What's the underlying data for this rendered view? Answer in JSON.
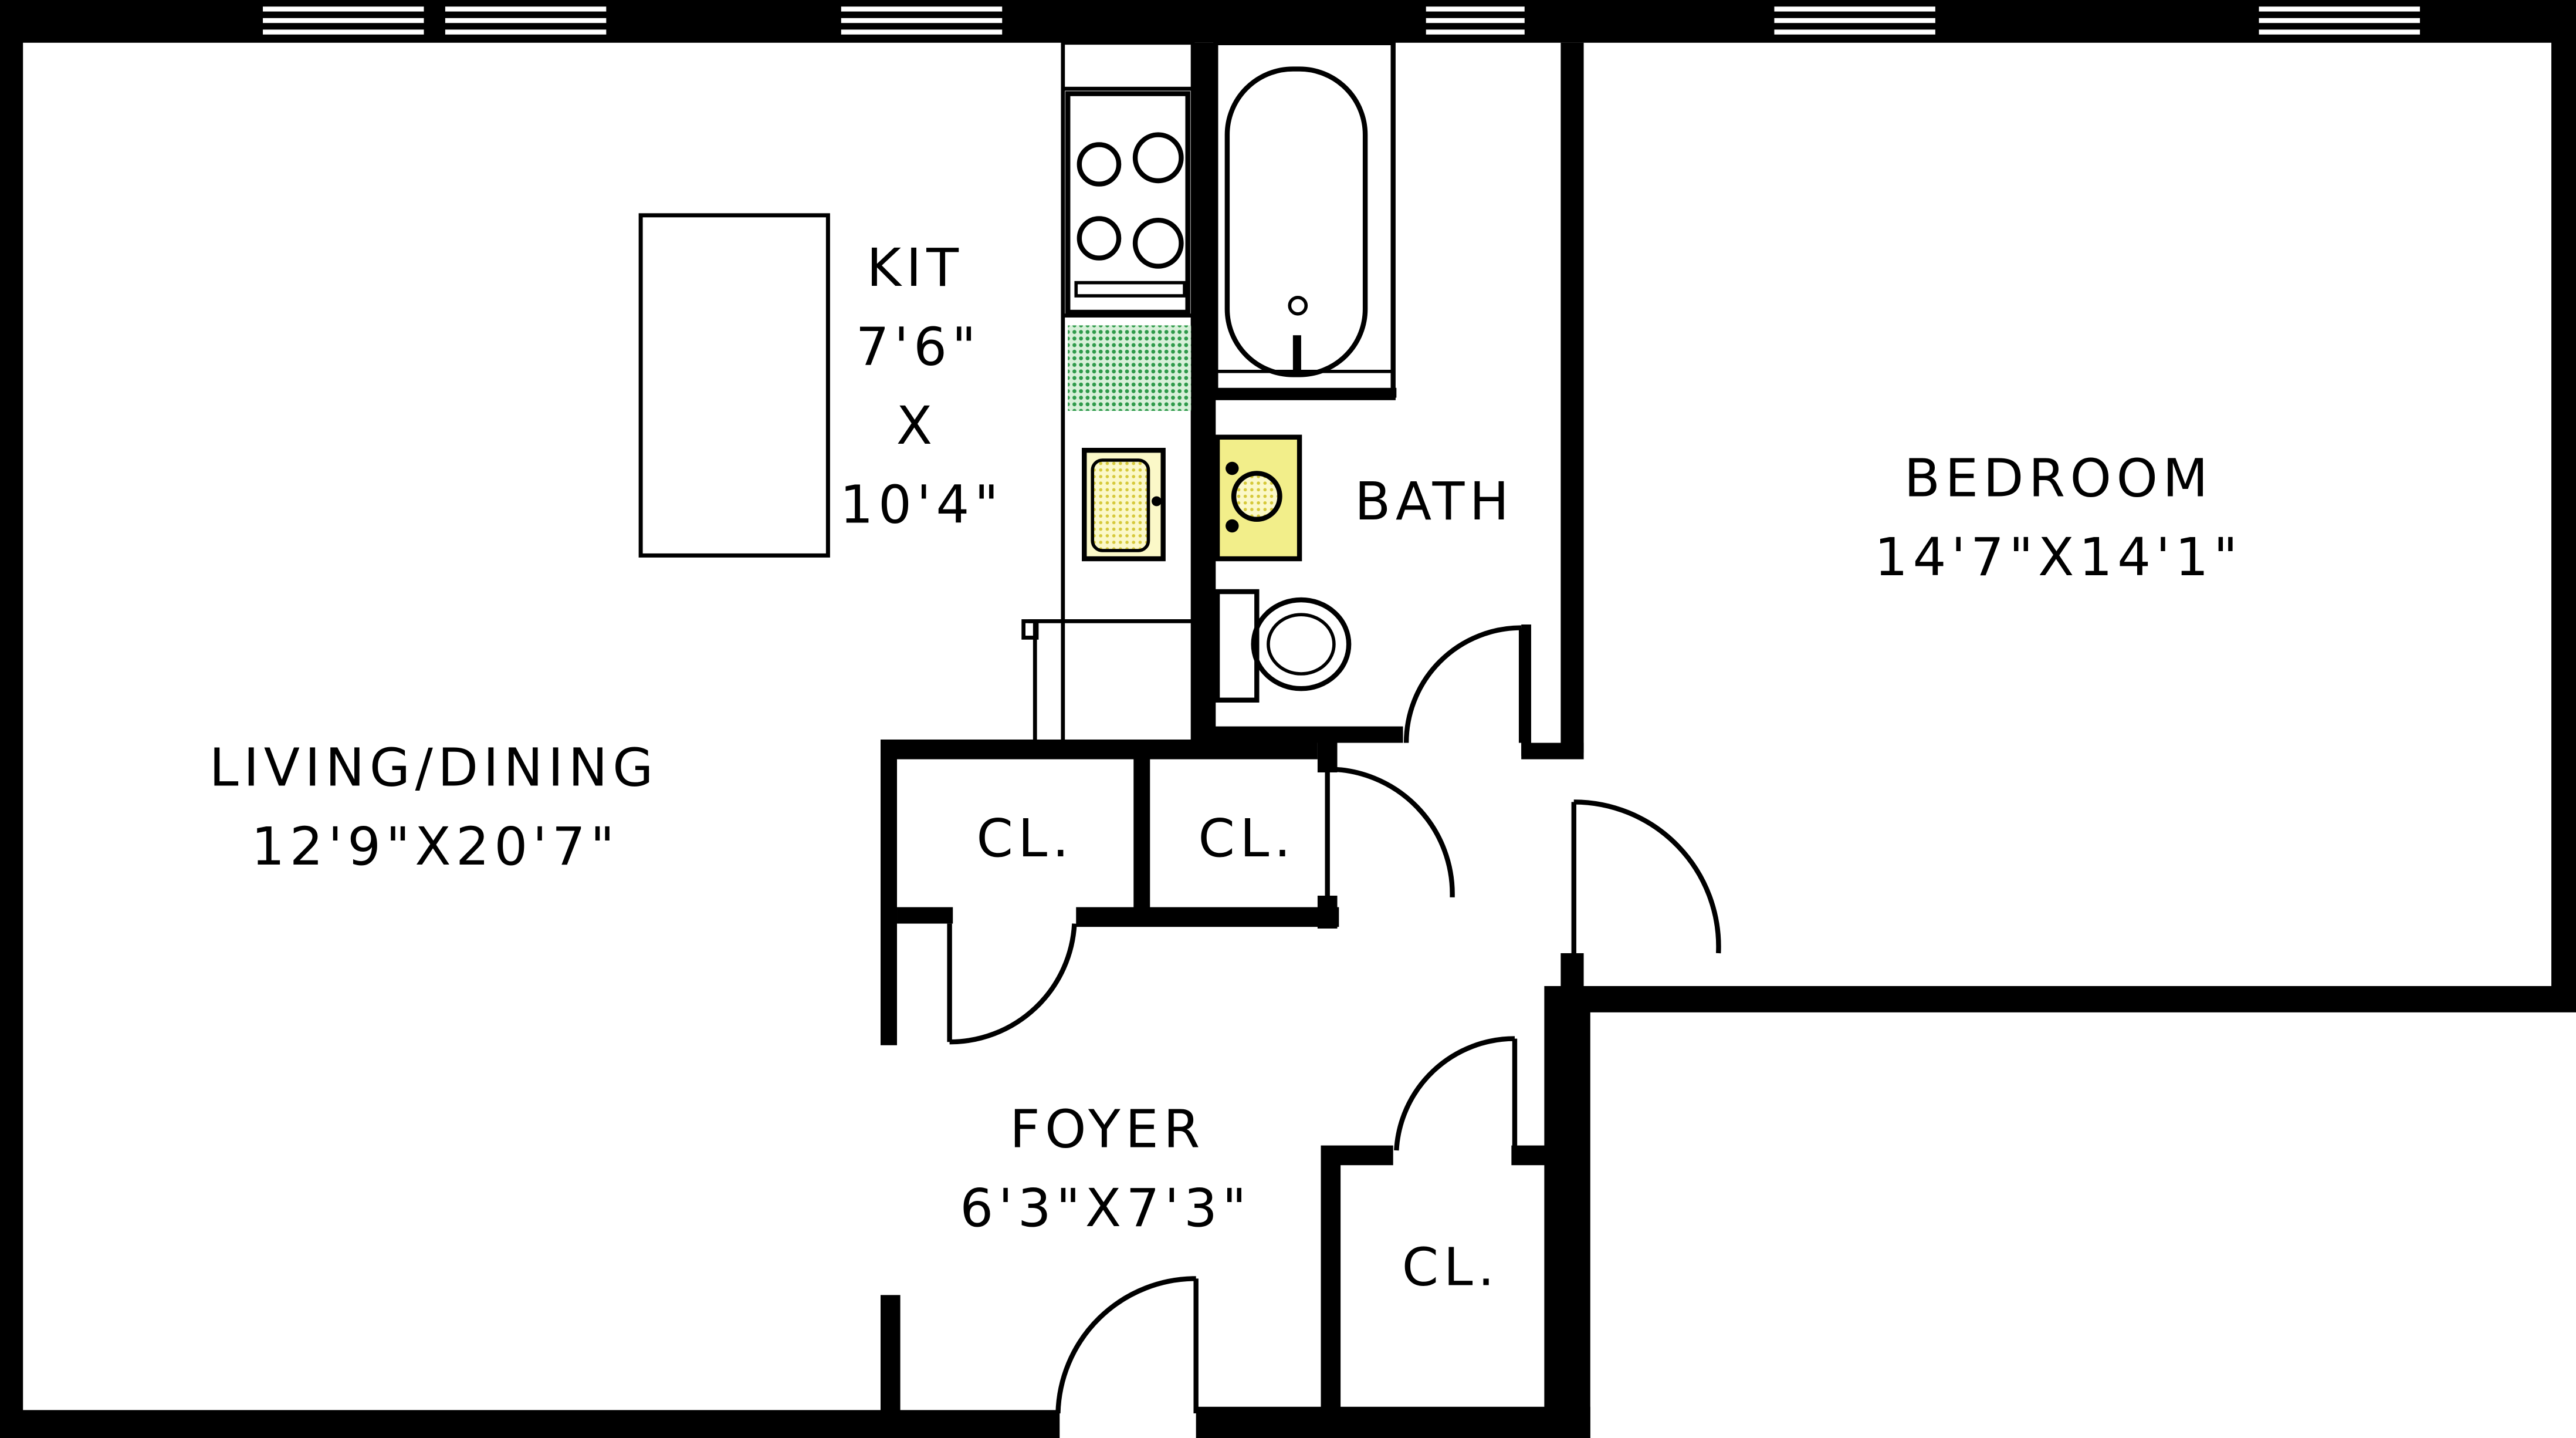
{
  "rooms": {
    "living": {
      "name": "LIVING/DINING",
      "size": "12'9\"X20'7\""
    },
    "kitchen": {
      "name": "KIT",
      "size_w": "7'6\"",
      "size_x": "X",
      "size_l": "10'4\""
    },
    "bath": {
      "name": "BATH"
    },
    "bedroom": {
      "name": "BEDROOM",
      "size": "14'7\"X14'1\""
    },
    "foyer": {
      "name": "FOYER",
      "size": "6'3\"X7'3\""
    },
    "closet_1": {
      "name": "CL."
    },
    "closet_2": {
      "name": "CL."
    },
    "closet_3": {
      "name": "CL."
    }
  },
  "colors": {
    "wall": "#000000",
    "background": "#ffffff",
    "sink_fill": "#f2ee8a",
    "counter_fill": "#2e9a4a"
  },
  "icons": [
    "stove-icon",
    "sink-icon",
    "bathtub-icon",
    "toilet-icon",
    "window-icon",
    "door-swing-icon"
  ]
}
